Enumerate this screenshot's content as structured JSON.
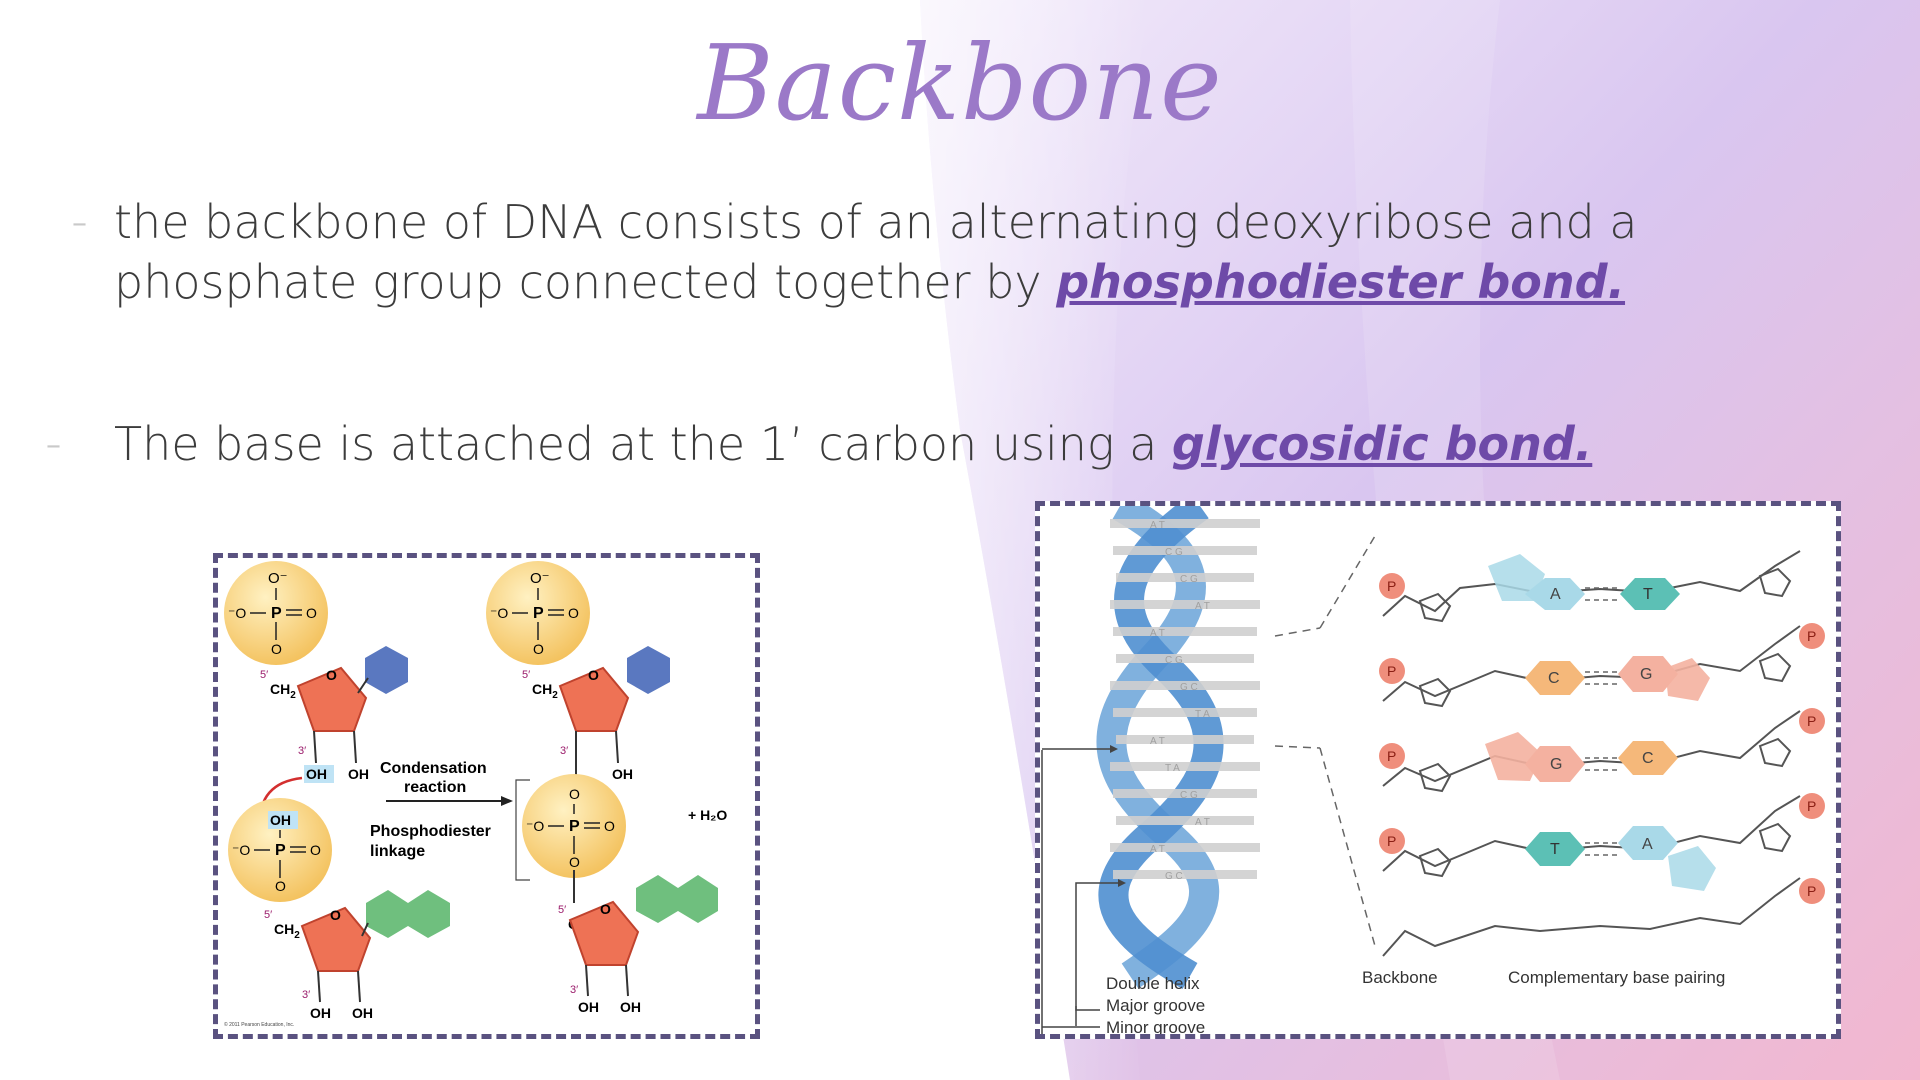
{
  "slide": {
    "title": "Backbone",
    "bullet1": {
      "text": "the backbone of DNA consists of an alternating deoxyribose and a phosphate group connected together by ",
      "term": "phosphodiester bond."
    },
    "bullet2": {
      "text": "The base is attached at the 1’ carbon using a ",
      "term": "glycosidic bond."
    },
    "dash": "–"
  },
  "figure_left": {
    "o_minus": "O⁻",
    "neg_o": "⁻O",
    "p": "P",
    "o": "O",
    "oh": "OH",
    "ch2": "CH",
    "sub2": "2",
    "five_prime": "5′",
    "three_prime": "3′",
    "condensation": "Condensation",
    "reaction": "reaction",
    "phosphodiester": "Phosphodiester",
    "linkage": "linkage",
    "water": "+ H₂O",
    "credit": "© 2011 Pearson Education, Inc."
  },
  "figure_right": {
    "rungs": [
      "A T",
      "C G",
      "C G",
      "A T",
      "A T",
      "C G",
      "G C",
      "T A",
      "A T",
      "T A",
      "C G",
      "A T",
      "A T",
      "G C"
    ],
    "phosphate": "P",
    "pairs": [
      {
        "left": "A",
        "right": "T"
      },
      {
        "left": "C",
        "right": "G"
      },
      {
        "left": "G",
        "right": "C"
      },
      {
        "left": "T",
        "right": "A"
      }
    ],
    "label_double_helix": "Double helix",
    "label_major_groove": "Major groove",
    "label_minor_groove": "Minor groove",
    "label_backbone": "Backbone",
    "label_pairing": "Complementary base pairing"
  },
  "colors": {
    "title": "#9b79c8",
    "highlight": "#6e4aa8",
    "dash_border": "#5a5280",
    "phosphate_ball": "#f7cf6a",
    "sugar": "#ee7255",
    "base_blue": "#5a78c0",
    "base_green": "#6fbf7e",
    "base_A": "#a9d9e8",
    "base_T": "#5cc0b5",
    "base_C": "#f5b87a",
    "base_G": "#f4b1a0"
  }
}
